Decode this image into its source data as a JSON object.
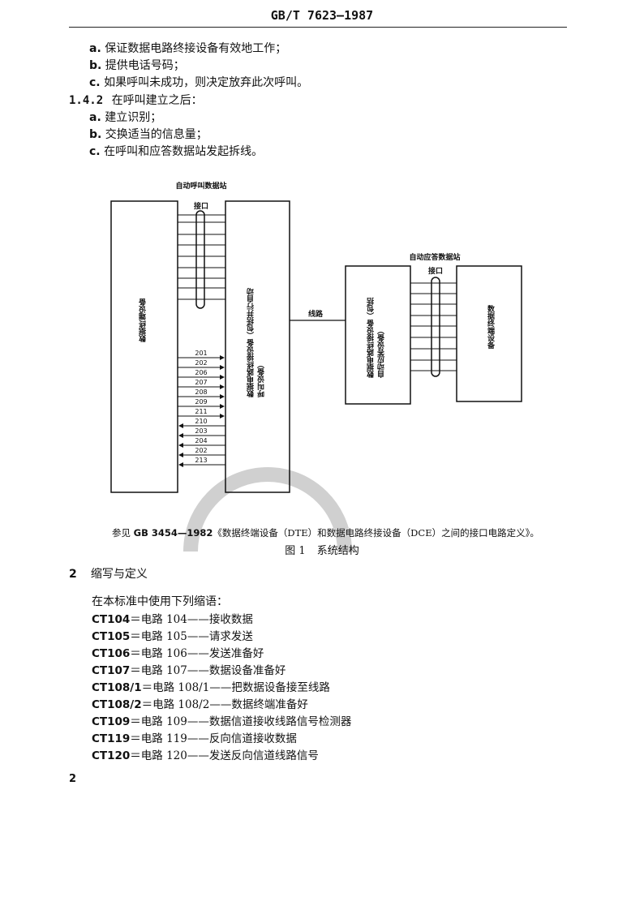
{
  "header": {
    "standard_no": "GB/T 7623—1987"
  },
  "clause_141_items": [
    {
      "label": "a.",
      "text": "保证数据电路终接设备有效地工作；"
    },
    {
      "label": "b.",
      "text": "提供电话号码；"
    },
    {
      "label": "c.",
      "text": "如果呼叫未成功，则决定放弃此次呼叫。"
    }
  ],
  "clause_142": {
    "number": "1.4.2",
    "text": "在呼叫建立之后：",
    "items": [
      {
        "label": "a.",
        "text": "建立识别；"
      },
      {
        "label": "b.",
        "text": "交换适当的信息量；"
      },
      {
        "label": "c.",
        "text": "在呼叫和应答数据站发起拆线。"
      }
    ]
  },
  "figure": {
    "calling_station_title": "自动呼叫数据站",
    "answering_station_title": "自动应答数据站",
    "interface_label_left": "接口",
    "interface_label_right": "接口",
    "line_label": "线路",
    "dte_left_label": "数据终端设备",
    "dce_left_label": "数据电路终接设备（包括并行自动呼叫设备）",
    "dce_right_label": "数据电路终接设备（包括自动应答设备）",
    "dte_right_label": "数据终端设备",
    "circuit_numbers": [
      "201",
      "202",
      "206",
      "207",
      "208",
      "209",
      "211",
      "210",
      "203",
      "204",
      "202",
      "213"
    ],
    "note_prefix": "参见",
    "note_ref": "GB 3454—1982",
    "note_rest": "《数据终端设备（DTE）和数据电路终接设备（DCE）之间的接口电路定义》。",
    "caption_label": "图 1",
    "caption_text": "系统结构"
  },
  "section2": {
    "number": "2",
    "title": "缩写与定义",
    "intro": "在本标准中使用下列缩语：",
    "abbreviations": [
      {
        "code": "CT104",
        "circuit": "电路 104",
        "desc": "接收数据"
      },
      {
        "code": "CT105",
        "circuit": "电路 105",
        "desc": "请求发送"
      },
      {
        "code": "CT106",
        "circuit": "电路 106",
        "desc": "发送准备好"
      },
      {
        "code": "CT107",
        "circuit": "电路 107",
        "desc": "数据设备准备好"
      },
      {
        "code": "CT108/1",
        "circuit": "电路 108/1",
        "desc": "把数据设备接至线路"
      },
      {
        "code": "CT108/2",
        "circuit": "电路 108/2",
        "desc": "数据终端准备好"
      },
      {
        "code": "CT109",
        "circuit": "电路 109",
        "desc": "数据信道接收线路信号检测器"
      },
      {
        "code": "CT119",
        "circuit": "电路 119",
        "desc": "反向信道接收数据"
      },
      {
        "code": "CT120",
        "circuit": "电路 120",
        "desc": "发送反向信道线路信号"
      }
    ]
  },
  "footer": {
    "page_number": "2"
  }
}
